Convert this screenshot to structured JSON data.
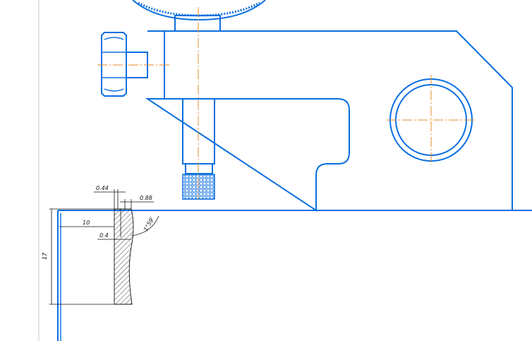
{
  "colors": {
    "outline": "#0a6fe0",
    "centerline": "#e38b2c",
    "dimension": "#111111",
    "frame": "#c8c8c8"
  },
  "dimensions": {
    "d044": "0.44",
    "d088": "0.88",
    "d10": "10",
    "d04": "0.4",
    "d17": "17",
    "angle": "1°59'"
  }
}
